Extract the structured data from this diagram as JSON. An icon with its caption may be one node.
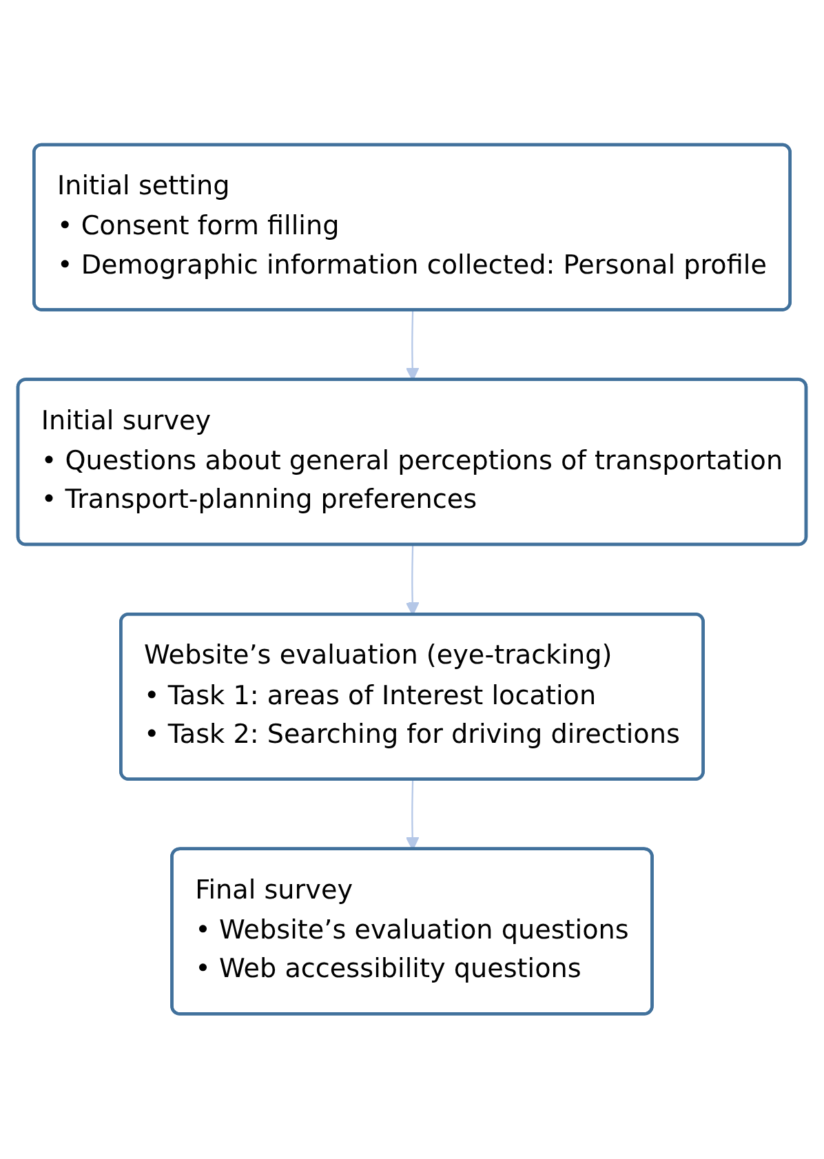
{
  "diagram": {
    "nodes": [
      {
        "text": [
          "Initial setting",
          "• Consent form filling",
          "• Demographic information collected: Personal profile"
        ]
      },
      {
        "text": [
          "Initial survey",
          "• Questions about general perceptions of transportation",
          "• Transport-planning preferences"
        ]
      },
      {
        "text": [
          "Website’s evaluation (eye-tracking)",
          "• Task 1: areas of Interest location",
          "• Task 2: Searching for driving directions"
        ]
      },
      {
        "text": [
          "Final survey",
          "• Website’s evaluation questions",
          "• Web accessibility questions"
        ]
      }
    ],
    "edges": [
      {
        "from": 0,
        "to": 1,
        "arrow": "to"
      },
      {
        "from": 1,
        "to": 2,
        "arrow": "to"
      },
      {
        "from": 2,
        "to": 3,
        "arrow": "to"
      }
    ]
  }
}
